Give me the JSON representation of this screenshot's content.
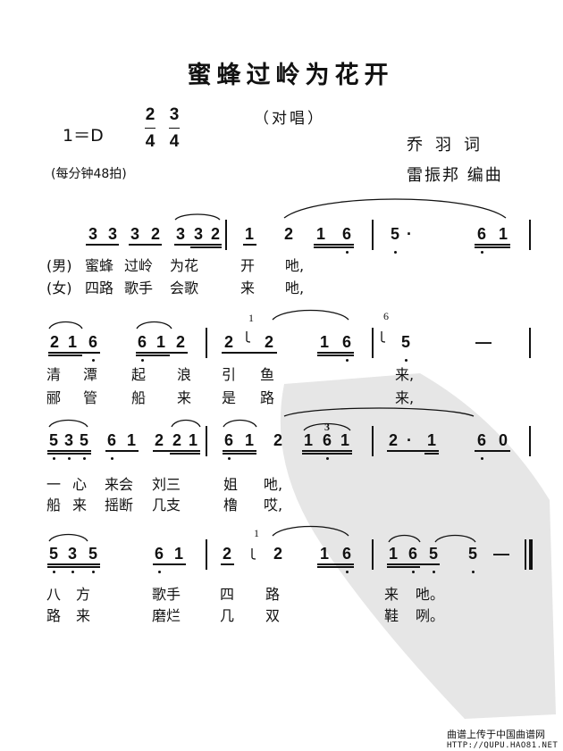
{
  "title": "蜜蜂过岭为花开",
  "subtitle": "（对唱）",
  "key": "1＝D",
  "time_signatures": [
    {
      "top": "2",
      "bottom": "4"
    },
    {
      "top": "3",
      "bottom": "4"
    }
  ],
  "tempo": "(每分钟48拍)",
  "lyricist": "乔羽词",
  "composer": "雷振邦 编曲",
  "watermark_color": "#e6e6e6",
  "systems": [
    {
      "notes": [
        "3",
        "3",
        "3",
        "2",
        "3",
        "3",
        "2",
        "1",
        "2",
        "1",
        "6",
        "5",
        "·",
        "6",
        "1"
      ],
      "graces": [],
      "lyrics": [
        [
          "(男)",
          "蜜蜂",
          "过岭",
          "为花",
          "开",
          "吔,"
        ],
        [
          "(女)",
          "四路",
          "歌手",
          "会歌",
          "来",
          "吔,"
        ]
      ]
    },
    {
      "notes": [
        "2",
        "1",
        "6",
        "6",
        "1",
        "2",
        "2",
        "2",
        "1",
        "6",
        "5",
        "—"
      ],
      "graces": [
        "1",
        "6"
      ],
      "lyrics": [
        [
          "清",
          "潭",
          "起",
          "浪",
          "引",
          "鱼",
          "来,"
        ],
        [
          "郦",
          "管",
          "船",
          "来",
          "是",
          "路",
          "来,"
        ]
      ]
    },
    {
      "notes": [
        "5",
        "3",
        "5",
        "6",
        "1",
        "2",
        "2",
        "1",
        "6",
        "1",
        "2",
        "1",
        "6",
        "1",
        "2",
        "·",
        "1",
        "6",
        "0"
      ],
      "graces": [],
      "triplet": "3",
      "lyrics": [
        [
          "一",
          "心",
          "来会",
          "刘三",
          "姐",
          "吔,"
        ],
        [
          "船",
          "来",
          "摇断",
          "几支",
          "橹",
          "哎,"
        ]
      ]
    },
    {
      "notes": [
        "5",
        "3",
        "5",
        "6",
        "1",
        "2",
        "2",
        "1",
        "6",
        "1",
        "6",
        "5",
        "5",
        "—"
      ],
      "graces": [
        "1"
      ],
      "lyrics": [
        [
          "八",
          "方",
          "歌手",
          "四",
          "路",
          "来",
          "吔。"
        ],
        [
          "路",
          "来",
          "磨烂",
          "几",
          "双",
          "鞋",
          "咧。"
        ]
      ]
    }
  ],
  "footer": {
    "line1": "曲谱上传于中国曲谱网",
    "line2": "HTTP://QUPU.HAO81.NET"
  }
}
